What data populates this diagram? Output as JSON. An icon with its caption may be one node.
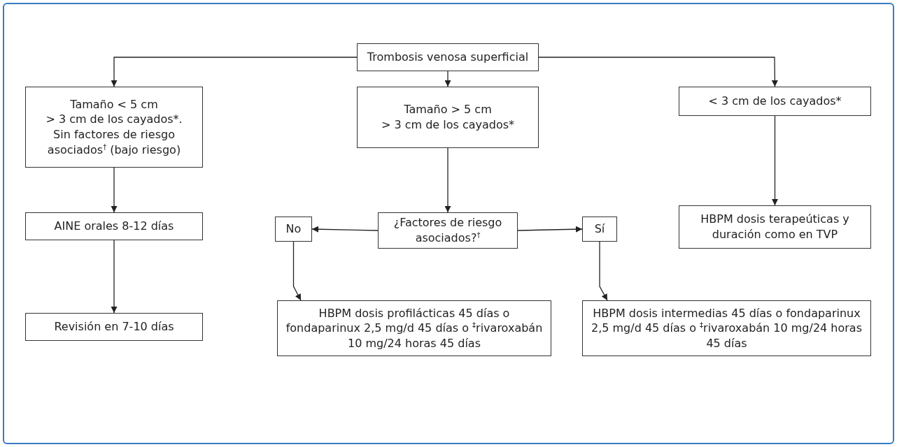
{
  "diagram": {
    "nodes": [
      {
        "text": [
          "Trombosis venosa superficial"
        ]
      },
      {
        "text": [
          "Tamaño < 5 cm",
          "> 3 cm de los cayados*.",
          "Sin factores de riesgo asociados$^{†}$ (bajo riesgo)"
        ]
      },
      {
        "text": [
          "Tamaño > 5 cm",
          "> 3 cm de los cayados*"
        ]
      },
      {
        "text": [
          "< 3 cm de los cayados*"
        ]
      },
      {
        "text": [
          "AINE orales 8-12 días"
        ]
      },
      {
        "text": [
          "¿Factores de riesgo asociados?$^{†}$"
        ]
      },
      {
        "text": [
          "No"
        ]
      },
      {
        "text": [
          "Sí"
        ]
      },
      {
        "text": [
          "HBPM dosis terapeúticas y duración como en TVP"
        ]
      },
      {
        "text": [
          "Revisión en 7-10 días"
        ]
      },
      {
        "text": [
          "HBPM dosis profilácticas 45 días o fondaparinux 2,5 mg/d 45 días o $^{‡}$rivaroxabán 10 mg/24 horas 45 días"
        ]
      },
      {
        "text": [
          "HBPM dosis intermedias 45 días o fondaparinux 2,5 mg/d 45 días o $^{‡}$rivaroxabán 10 mg/24 horas 45 días"
        ]
      }
    ],
    "edges": [
      {
        "from": 0,
        "to": 1,
        "arrow": "to"
      },
      {
        "from": 0,
        "to": 2,
        "arrow": "to"
      },
      {
        "from": 0,
        "to": 3,
        "arrow": "to"
      },
      {
        "from": 1,
        "to": 4,
        "arrow": "to"
      },
      {
        "from": 2,
        "to": 5,
        "arrow": "to"
      },
      {
        "from": 3,
        "to": 8,
        "arrow": "to"
      },
      {
        "from": 5,
        "to": 6,
        "arrow": "to"
      },
      {
        "from": 5,
        "to": 7,
        "arrow": "to"
      },
      {
        "from": 4,
        "to": 9,
        "arrow": "to"
      },
      {
        "from": 6,
        "to": 10,
        "arrow": "to"
      },
      {
        "from": 7,
        "to": 11,
        "arrow": "to"
      }
    ]
  }
}
